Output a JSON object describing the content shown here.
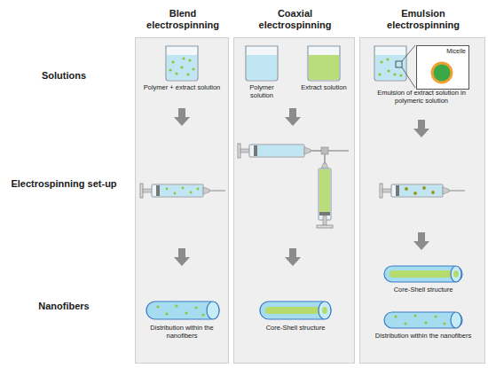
{
  "diagram": {
    "nodes": [
      {
        "text": [
          "Blend electrospinning"
        ]
      },
      {
        "text": [
          "Coaxial electrospinning"
        ]
      },
      {
        "text": [
          "Emulsion electrospinning"
        ]
      },
      {
        "text": [
          "Micelle"
        ],
        "in": 2
      }
    ],
    "labels": [
      "Solutions",
      "Electrospinning set-up",
      "Nanofibers",
      "Polymer + extract solution",
      "Polymer solution",
      "Extract solution",
      "Emulsion of extract solution in polymeric solution",
      "Distribution within the nanofibers",
      "Core-Shell structure",
      "Core-Shell structure",
      "Distribution within the nanofibers"
    ]
  }
}
